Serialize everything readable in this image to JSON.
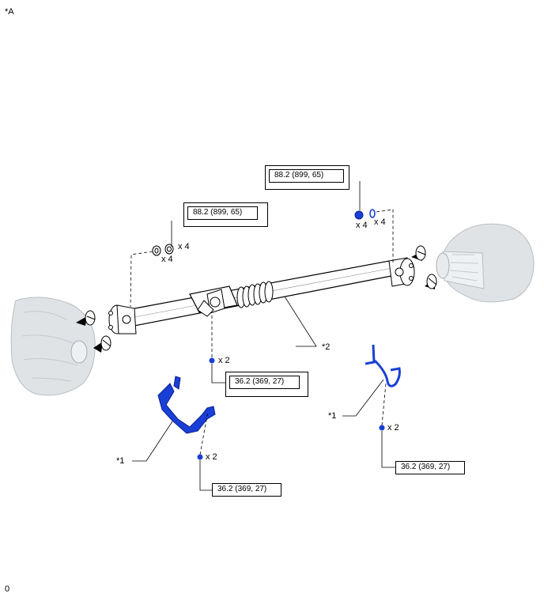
{
  "figure": {
    "corner_label": "*A",
    "footer_code": "0"
  },
  "torques": {
    "rear_flange": "88.2 (899, 65)",
    "front_flange": "88.2 (899, 65)",
    "center_bearing": "36.2 (369, 27)",
    "bracket_left": "36.2 (369, 27)",
    "bracket_right": "36.2 (369, 27)"
  },
  "quantities": {
    "rear_nut": "x 4",
    "rear_washer": "x 4",
    "front_nut": "x 4",
    "front_washer": "x 4",
    "center_bolt": "x 2",
    "bracket_left_bolt": "x 2",
    "bracket_right_bolt": "x 2"
  },
  "callouts": {
    "shaft": "*2",
    "bracket_left": "*1",
    "bracket_right": "*1"
  },
  "colors": {
    "part_highlight": "#1a3fd6",
    "line": "#000000",
    "housing": "#dfe3e6"
  }
}
